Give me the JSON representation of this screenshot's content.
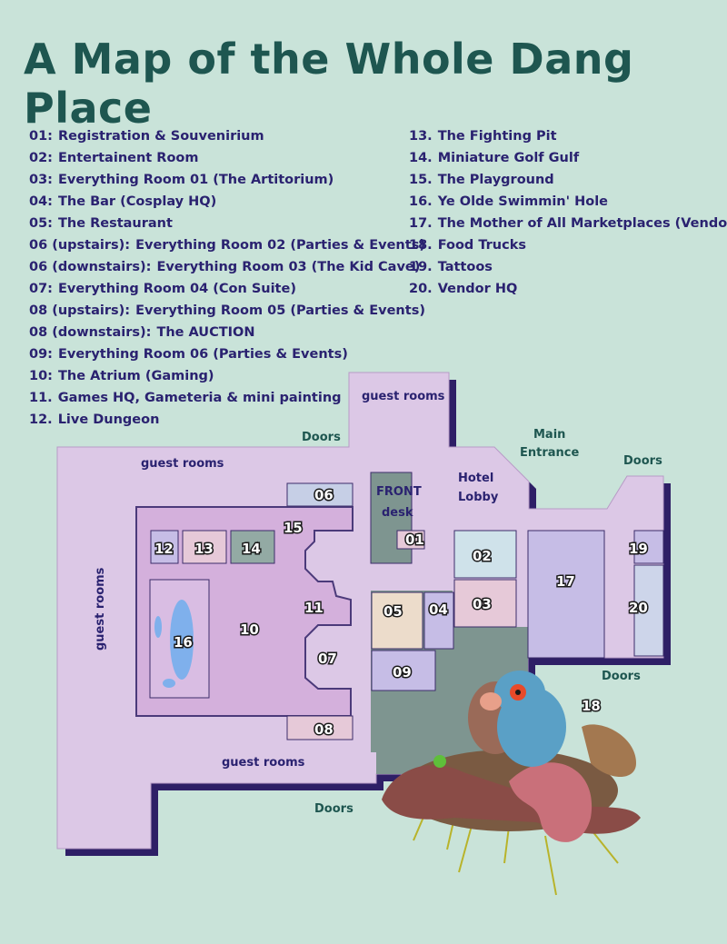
{
  "title": "A Map of the Whole Dang Place",
  "legend_left": [
    {
      "num": "01:",
      "label": "Registration & Souvenirium"
    },
    {
      "num": "02:",
      "label": "Entertainent Room"
    },
    {
      "num": "03:",
      "label": "Everything Room 01 (The Artitorium)"
    },
    {
      "num": "04:",
      "label": "The Bar (Cosplay HQ)"
    },
    {
      "num": "05:",
      "label": "The Restaurant"
    },
    {
      "num": "06 (upstairs):",
      "label": "Everything Room 02 (Parties & Events)"
    },
    {
      "num": "06 (downstairs):",
      "label": "Everything Room 03 (The Kid Cave)"
    },
    {
      "num": "07:",
      "label": "Everything Room 04 (Con Suite)"
    },
    {
      "num": "08 (upstairs):",
      "label": "Everything Room 05 (Parties & Events)"
    },
    {
      "num": "08 (downstairs):",
      "label": "The AUCTION"
    },
    {
      "num": "09:",
      "label": "Everything Room 06 (Parties & Events)"
    },
    {
      "num": "10:",
      "label": "The Atrium (Gaming)"
    },
    {
      "num": "11.",
      "label": "Games HQ, Gameteria & mini painting"
    },
    {
      "num": "12.",
      "label": "Live Dungeon"
    }
  ],
  "legend_right": [
    {
      "num": "13.",
      "label": "The Fighting Pit"
    },
    {
      "num": "14.",
      "label": "Miniature Golf Gulf"
    },
    {
      "num": "15.",
      "label": "The Playground"
    },
    {
      "num": "16.",
      "label": "Ye Olde Swimmin' Hole"
    },
    {
      "num": "17.",
      "label": "The Mother of All Marketplaces (Vendors)"
    },
    {
      "num": "18.",
      "label": "Food Trucks"
    },
    {
      "num": "19.",
      "label": "Tattoos"
    },
    {
      "num": "20.",
      "label": "Vendor HQ"
    }
  ],
  "map": {
    "guest_rooms_top": "guest rooms",
    "guest_rooms_north": "guest rooms",
    "guest_rooms_west": "guest rooms",
    "guest_rooms_south": "guest rooms",
    "front_desk_line1": "FRONT",
    "front_desk_line2": "desk",
    "hotel_lobby_line1": "Hotel",
    "hotel_lobby_line2": "Lobby",
    "main_entrance_line1": "Main",
    "main_entrance_line2": "Entrance",
    "doors_north": "Doors",
    "doors_east": "Doors",
    "doors_southeast": "Doors",
    "doors_south": "Doors",
    "badges": {
      "b01": "01",
      "b02": "02",
      "b03": "03",
      "b04": "04",
      "b05": "05",
      "b06": "06",
      "b07": "07",
      "b08": "08",
      "b09": "09",
      "b10": "10",
      "b11": "11",
      "b12": "12",
      "b13": "13",
      "b14": "14",
      "b15": "15",
      "b16": "16",
      "b17": "17",
      "b18": "18",
      "b19": "19",
      "b20": "20"
    }
  },
  "colors": {
    "background": "#c9e3d9",
    "building": "#dcc8e6",
    "atrium": "#d4b0dc",
    "shadow": "#2e1f66",
    "title": "#1e5650",
    "legend_text": "#2a2270",
    "pool": "#7fb0ec",
    "lobby_gray": "#7e9590"
  },
  "illustration": "monster"
}
